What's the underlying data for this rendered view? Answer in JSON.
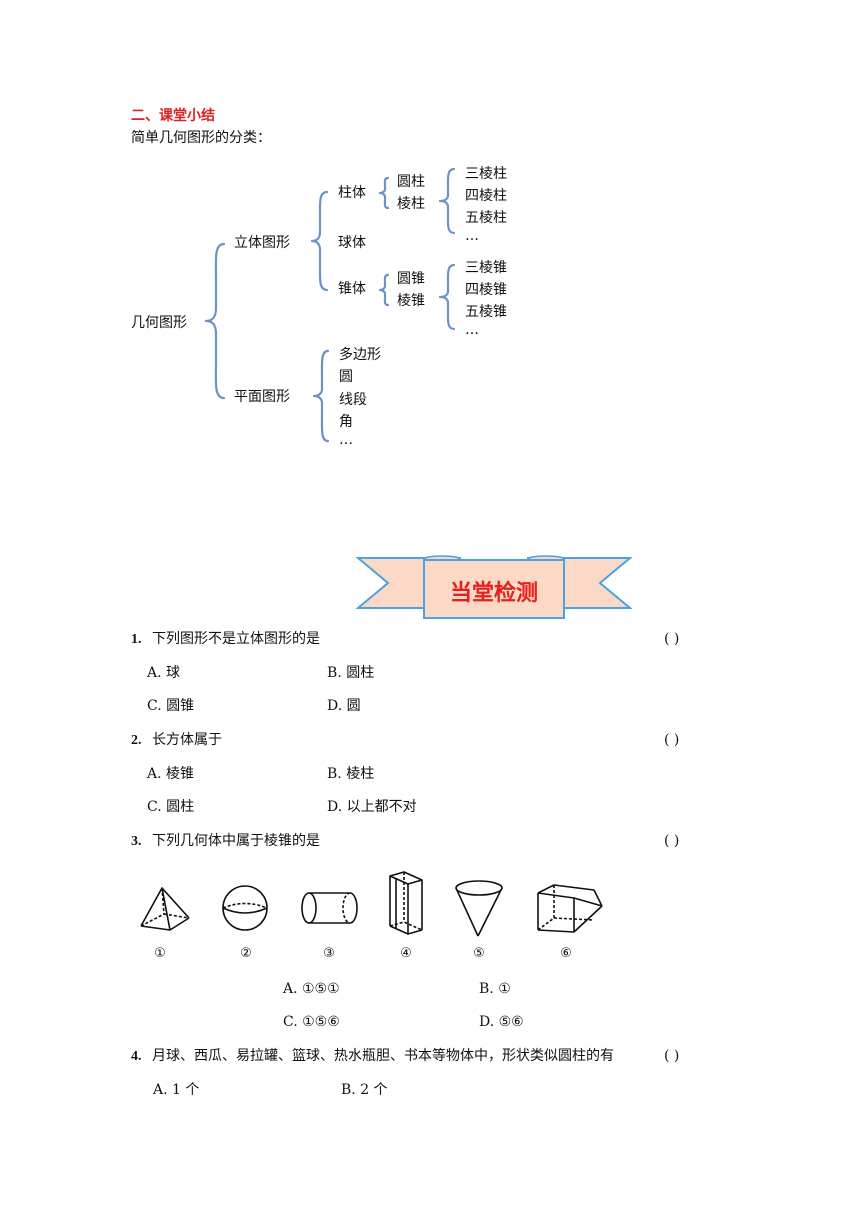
{
  "summary": {
    "heading": "二、课堂小结",
    "intro": "简单几何图形的分类："
  },
  "tree": {
    "root": "几何图形",
    "solid": "立体图形",
    "plane": "平面图形",
    "prism_family": "柱体",
    "sphere": "球体",
    "cone_family": "锥体",
    "cylinder": "圆柱",
    "prism": "棱柱",
    "cone": "圆锥",
    "pyramid": "棱锥",
    "prisms": [
      "三棱柱",
      "四棱柱",
      "五棱柱",
      "…"
    ],
    "pyramids": [
      "三棱锥",
      "四棱锥",
      "五棱锥",
      "…"
    ],
    "planes": [
      "多边形",
      "圆",
      "线段",
      "角",
      "…"
    ]
  },
  "banner": {
    "text": "当堂检测"
  },
  "questions": [
    {
      "num": "1.",
      "text": "下列图形不是立体图形的是",
      "paren": "(      )",
      "options": [
        "A.  球",
        "B.  圆柱",
        "C.  圆锥",
        "D.  圆"
      ]
    },
    {
      "num": "2.",
      "text": "长方体属于",
      "paren": "(      )",
      "options": [
        "A.  棱锥",
        "B.  棱柱",
        "C.  圆柱",
        "D.  以上都不对"
      ]
    },
    {
      "num": "3.",
      "text": "下列几何体中属于棱锥的是",
      "paren": "(      )",
      "figure_labels": [
        "①",
        "②",
        "③",
        "④",
        "⑤",
        "⑥"
      ],
      "options": [
        "A.  ①⑤①",
        "B.  ①",
        "C.  ①⑤⑥",
        "D.  ⑤⑥"
      ]
    },
    {
      "num": "4.",
      "text": "月球、西瓜、易拉罐、篮球、热水瓶胆、书本等物体中，形状类似圆柱的有",
      "paren": "(      )",
      "options": [
        "A. 1 个",
        "B. 2 个"
      ]
    }
  ]
}
